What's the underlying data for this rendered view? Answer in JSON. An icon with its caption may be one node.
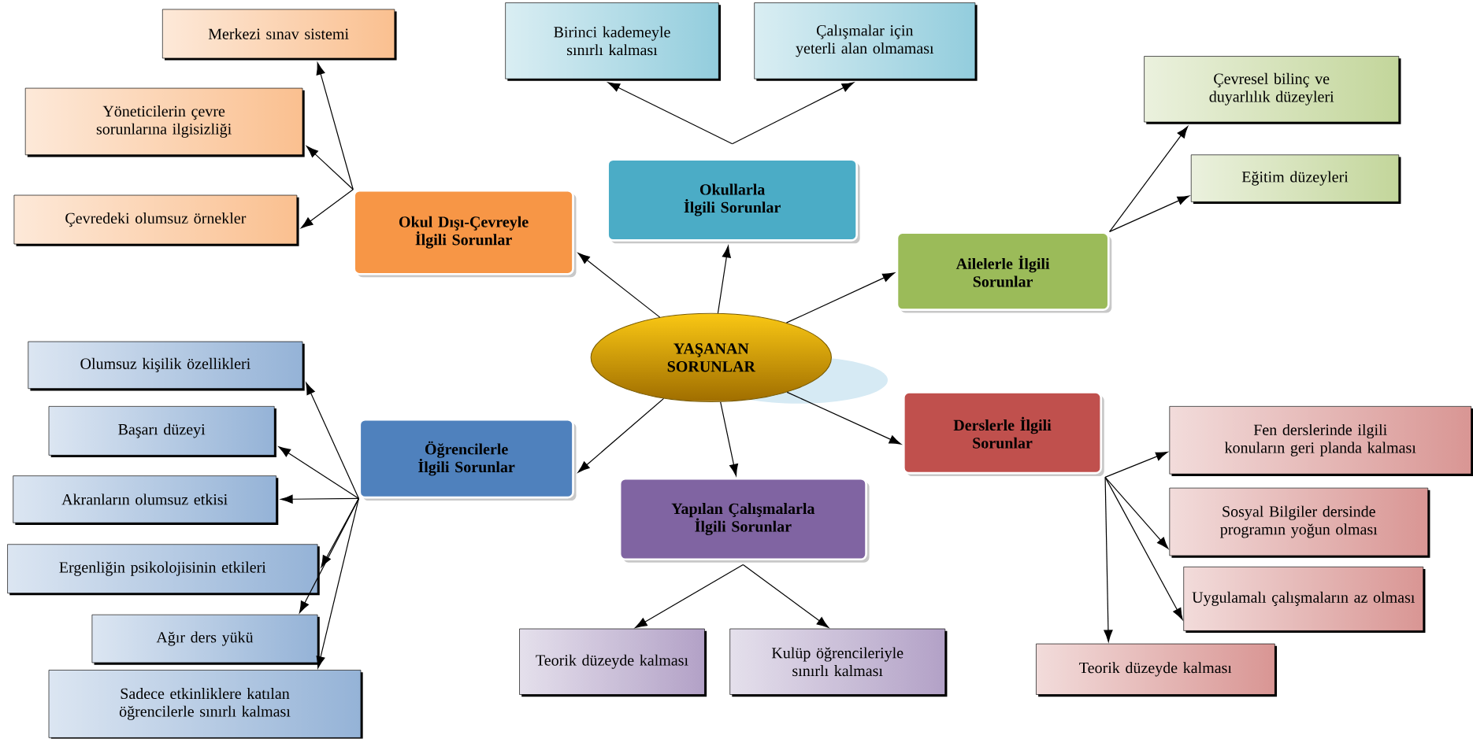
{
  "diagram": {
    "nodes": [
      {
        "text": [
          "YAŞANAN SORUNLAR"
        ]
      },
      {
        "text": [
          "Okul Dışı-Çevreyle İlgili Sorunlar"
        ]
      },
      {
        "text": [
          "Okullarla İlgili Sorunlar"
        ]
      },
      {
        "text": [
          "Ailelerle İlgili Sorunlar"
        ]
      },
      {
        "text": [
          "Öğrencilerle İlgili Sorunlar"
        ]
      },
      {
        "text": [
          "Yapılan Çalışmalarla İlgili Sorunlar"
        ]
      },
      {
        "text": [
          "Derslerle İlgili Sorunlar"
        ]
      },
      {
        "text": [
          "Merkezi sınav sistemi"
        ]
      },
      {
        "text": [
          "Yöneticilerin çevre sorunlarına ilgisizliği"
        ]
      },
      {
        "text": [
          "Çevredeki olumsuz örnekler"
        ]
      },
      {
        "text": [
          "Birinci kademeyle sınırlı kalması"
        ]
      },
      {
        "text": [
          "Çalışmalar için yeterli alan olmaması"
        ]
      },
      {
        "text": [
          "Çevresel bilinç ve duyarlılık düzeyleri"
        ]
      },
      {
        "text": [
          "Eğitim düzeyleri"
        ]
      },
      {
        "text": [
          "Olumsuz kişilik özellikleri"
        ]
      },
      {
        "text": [
          "Başarı düzeyi"
        ]
      },
      {
        "text": [
          "Akranların olumsuz etkisi"
        ]
      },
      {
        "text": [
          "Ergenliğin psikolojisinin etkileri"
        ]
      },
      {
        "text": [
          "Ağır ders yükü"
        ]
      },
      {
        "text": [
          "Sadece etkinliklere katılan öğrencilerle sınırlı kalması"
        ]
      },
      {
        "text": [
          "Teorik düzeyde kalması"
        ]
      },
      {
        "text": [
          "Kulüp öğrencileriyle sınırlı kalması"
        ]
      },
      {
        "text": [
          "Fen derslerinde ilgili konuların geri planda kalması"
        ]
      },
      {
        "text": [
          "Sosyal Bilgiler dersinde programın yoğun olması"
        ]
      },
      {
        "text": [
          "Uygulamalı çalışmaların az olması"
        ]
      },
      {
        "text": [
          "Teorik düzeyde kalması"
        ]
      }
    ],
    "edges": [
      {
        "from": 0,
        "to": 1,
        "arrow": "to"
      },
      {
        "from": 0,
        "to": 2,
        "arrow": "to"
      },
      {
        "from": 0,
        "to": 3,
        "arrow": "to"
      },
      {
        "from": 0,
        "to": 4,
        "arrow": "to"
      },
      {
        "from": 0,
        "to": 5,
        "arrow": "to"
      },
      {
        "from": 0,
        "to": 6,
        "arrow": "to"
      },
      {
        "from": 1,
        "to": 7,
        "arrow": "to"
      },
      {
        "from": 1,
        "to": 8,
        "arrow": "to"
      },
      {
        "from": 1,
        "to": 9,
        "arrow": "to"
      },
      {
        "from": 2,
        "to": 10,
        "arrow": "to"
      },
      {
        "from": 2,
        "to": 11,
        "arrow": "to"
      },
      {
        "from": 3,
        "to": 12,
        "arrow": "to"
      },
      {
        "from": 3,
        "to": 13,
        "arrow": "to"
      },
      {
        "from": 4,
        "to": 14,
        "arrow": "to"
      },
      {
        "from": 4,
        "to": 15,
        "arrow": "to"
      },
      {
        "from": 4,
        "to": 16,
        "arrow": "to"
      },
      {
        "from": 4,
        "to": 17,
        "arrow": "to"
      },
      {
        "from": 4,
        "to": 18,
        "arrow": "to"
      },
      {
        "from": 4,
        "to": 19,
        "arrow": "to"
      },
      {
        "from": 5,
        "to": 20,
        "arrow": "to"
      },
      {
        "from": 5,
        "to": 21,
        "arrow": "to"
      },
      {
        "from": 6,
        "to": 22,
        "arrow": "to"
      },
      {
        "from": 6,
        "to": 23,
        "arrow": "to"
      },
      {
        "from": 6,
        "to": 24,
        "arrow": "to"
      },
      {
        "from": 6,
        "to": 25,
        "arrow": "to"
      }
    ]
  }
}
